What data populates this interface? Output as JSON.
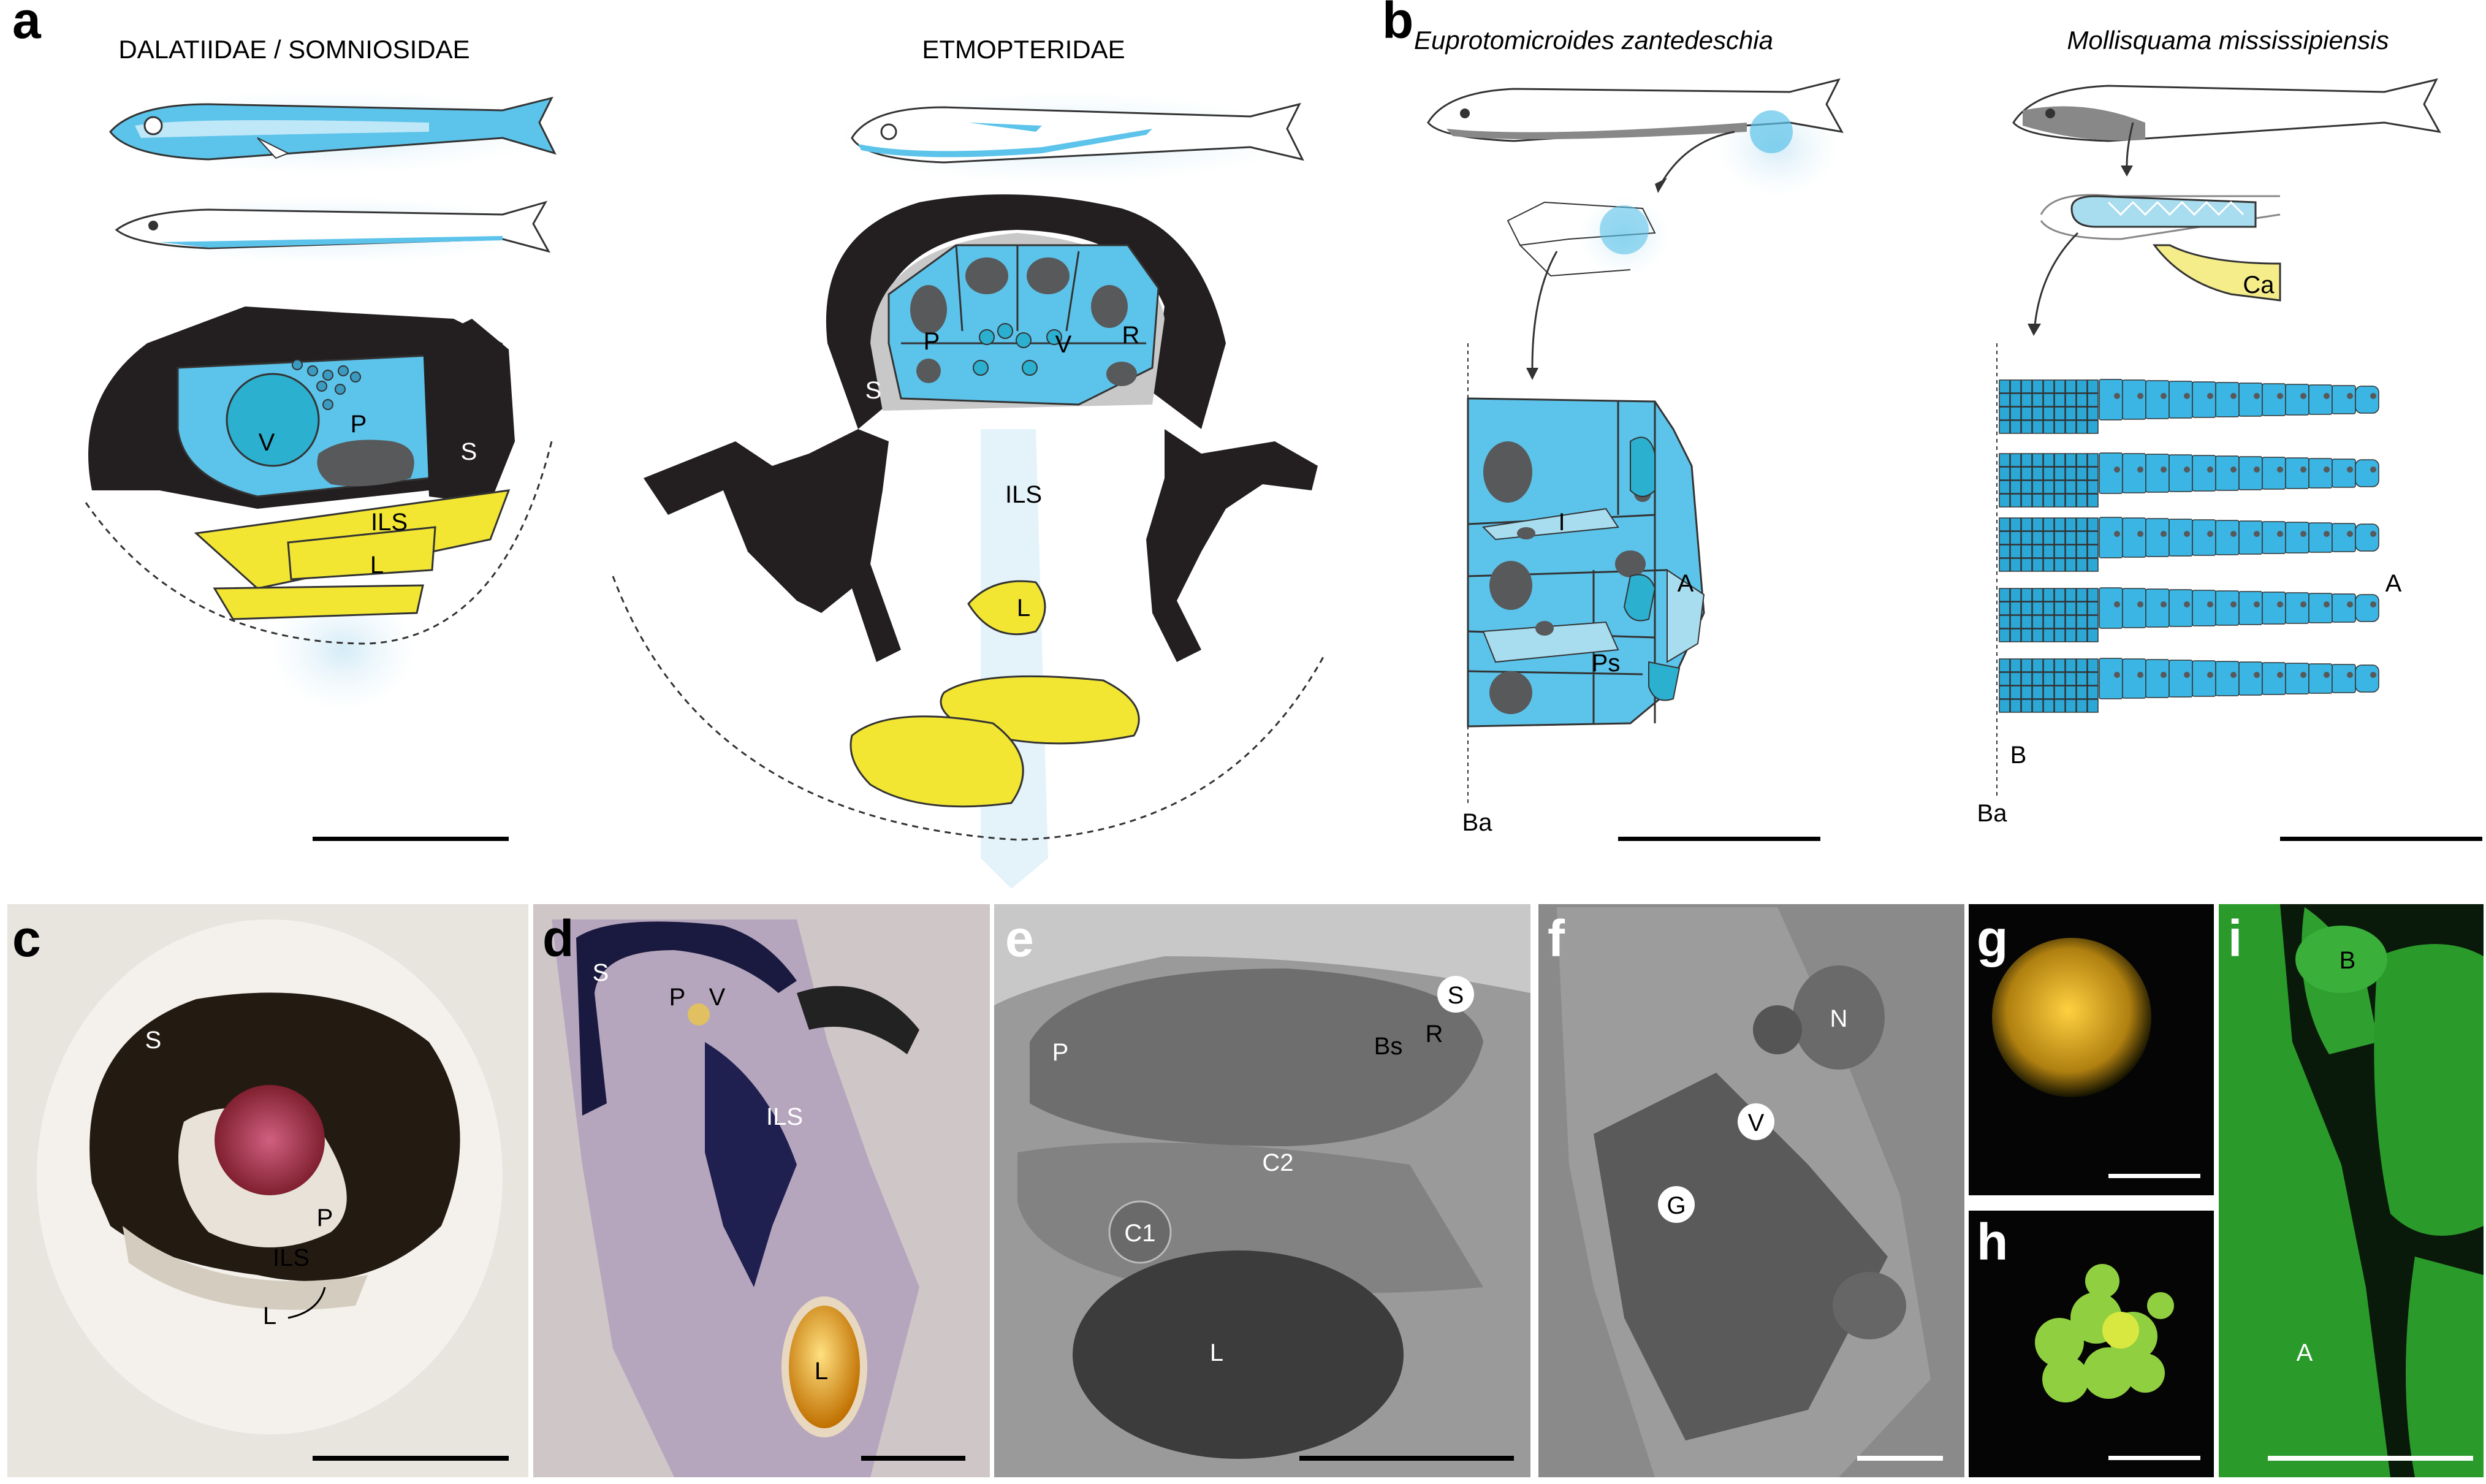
{
  "panels": {
    "a": {
      "letter": "a",
      "left_title": "DALATIIDAE / SOMNIOSIDAE",
      "right_title": "ETMOPTERIDAE",
      "left_labels": {
        "V": "V",
        "P": "P",
        "S": "S",
        "ILS": "ILS",
        "L": "L"
      },
      "right_labels": {
        "P": "P",
        "V": "V",
        "R": "R",
        "S": "S",
        "ILS": "ILS",
        "L": "L"
      }
    },
    "b": {
      "letter": "b",
      "left_species": "Euprotomicroides zantedeschia",
      "right_species": "Mollisquama mississipiensis",
      "left_labels": {
        "I": "I",
        "A": "A",
        "Ps": "Ps",
        "Ba": "Ba"
      },
      "right_labels": {
        "Ca": "Ca",
        "A": "A",
        "B": "B",
        "Ba": "Ba"
      }
    },
    "c": {
      "letter": "c",
      "labels": {
        "S": "S",
        "P": "P",
        "ILS": "ILS",
        "L": "L"
      }
    },
    "d": {
      "letter": "d",
      "labels": {
        "S": "S",
        "P": "P",
        "V": "V",
        "ILS": "ILS",
        "L": "L"
      }
    },
    "e": {
      "letter": "e",
      "labels": {
        "P": "P",
        "S": "S",
        "R": "R",
        "Bs": "Bs",
        "C1": "C1",
        "C2": "C2",
        "L": "L"
      }
    },
    "f": {
      "letter": "f",
      "labels": {
        "N": "N",
        "V": "V",
        "G": "G"
      }
    },
    "g": {
      "letter": "g"
    },
    "h": {
      "letter": "h"
    },
    "i": {
      "letter": "i",
      "labels": {
        "B": "B",
        "A": "A"
      }
    }
  },
  "colors": {
    "photophore_blue": "#5cc3ea",
    "lens_yellow": "#f2e633",
    "nucleus_gray": "#58595b",
    "pigment_black": "#231f20",
    "glow": "#d8eef7",
    "fluor_green": "#2a9a2a",
    "fluor_yellow": "#f0c020"
  }
}
